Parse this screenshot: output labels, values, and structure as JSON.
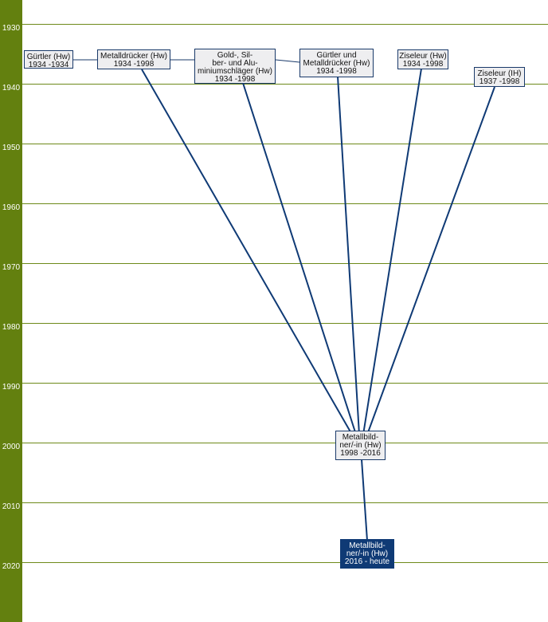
{
  "timeline": {
    "years": [
      "1930",
      "1940",
      "1950",
      "1960",
      "1970",
      "1980",
      "1990",
      "2000",
      "2010",
      "2020"
    ]
  },
  "nodes": [
    {
      "id": "guertler",
      "text": "Gürtler (Hw)\n1934 -1934"
    },
    {
      "id": "metalldruecker",
      "text": "Metalldrücker (Hw)\n1934 -1998"
    },
    {
      "id": "goldschlaeger",
      "text": "Gold-, Sil-\nber- und Alu-\nminiumschläger (Hw)\n1934 -1998"
    },
    {
      "id": "guertler-md",
      "text": "Gürtler und\nMetalldrücker (Hw)\n1934 -1998"
    },
    {
      "id": "ziseleur-hw",
      "text": "Ziseleur (Hw)\n1934 -1998"
    },
    {
      "id": "ziseleur-ih",
      "text": "Ziseleur (IH)\n1937 -1998"
    },
    {
      "id": "metallbildner-1998",
      "text": "Metallbild-\nner/-in (Hw)\n1998 -2016"
    },
    {
      "id": "metallbildner-2016",
      "text": "Metallbild-\nner/-in (Hw)\n2016 - heute"
    }
  ],
  "colors": {
    "sidebar": "#63800f",
    "gridline": "#6e8a1a",
    "connector": "#0f3a75",
    "current_node": "#0f3a75"
  }
}
